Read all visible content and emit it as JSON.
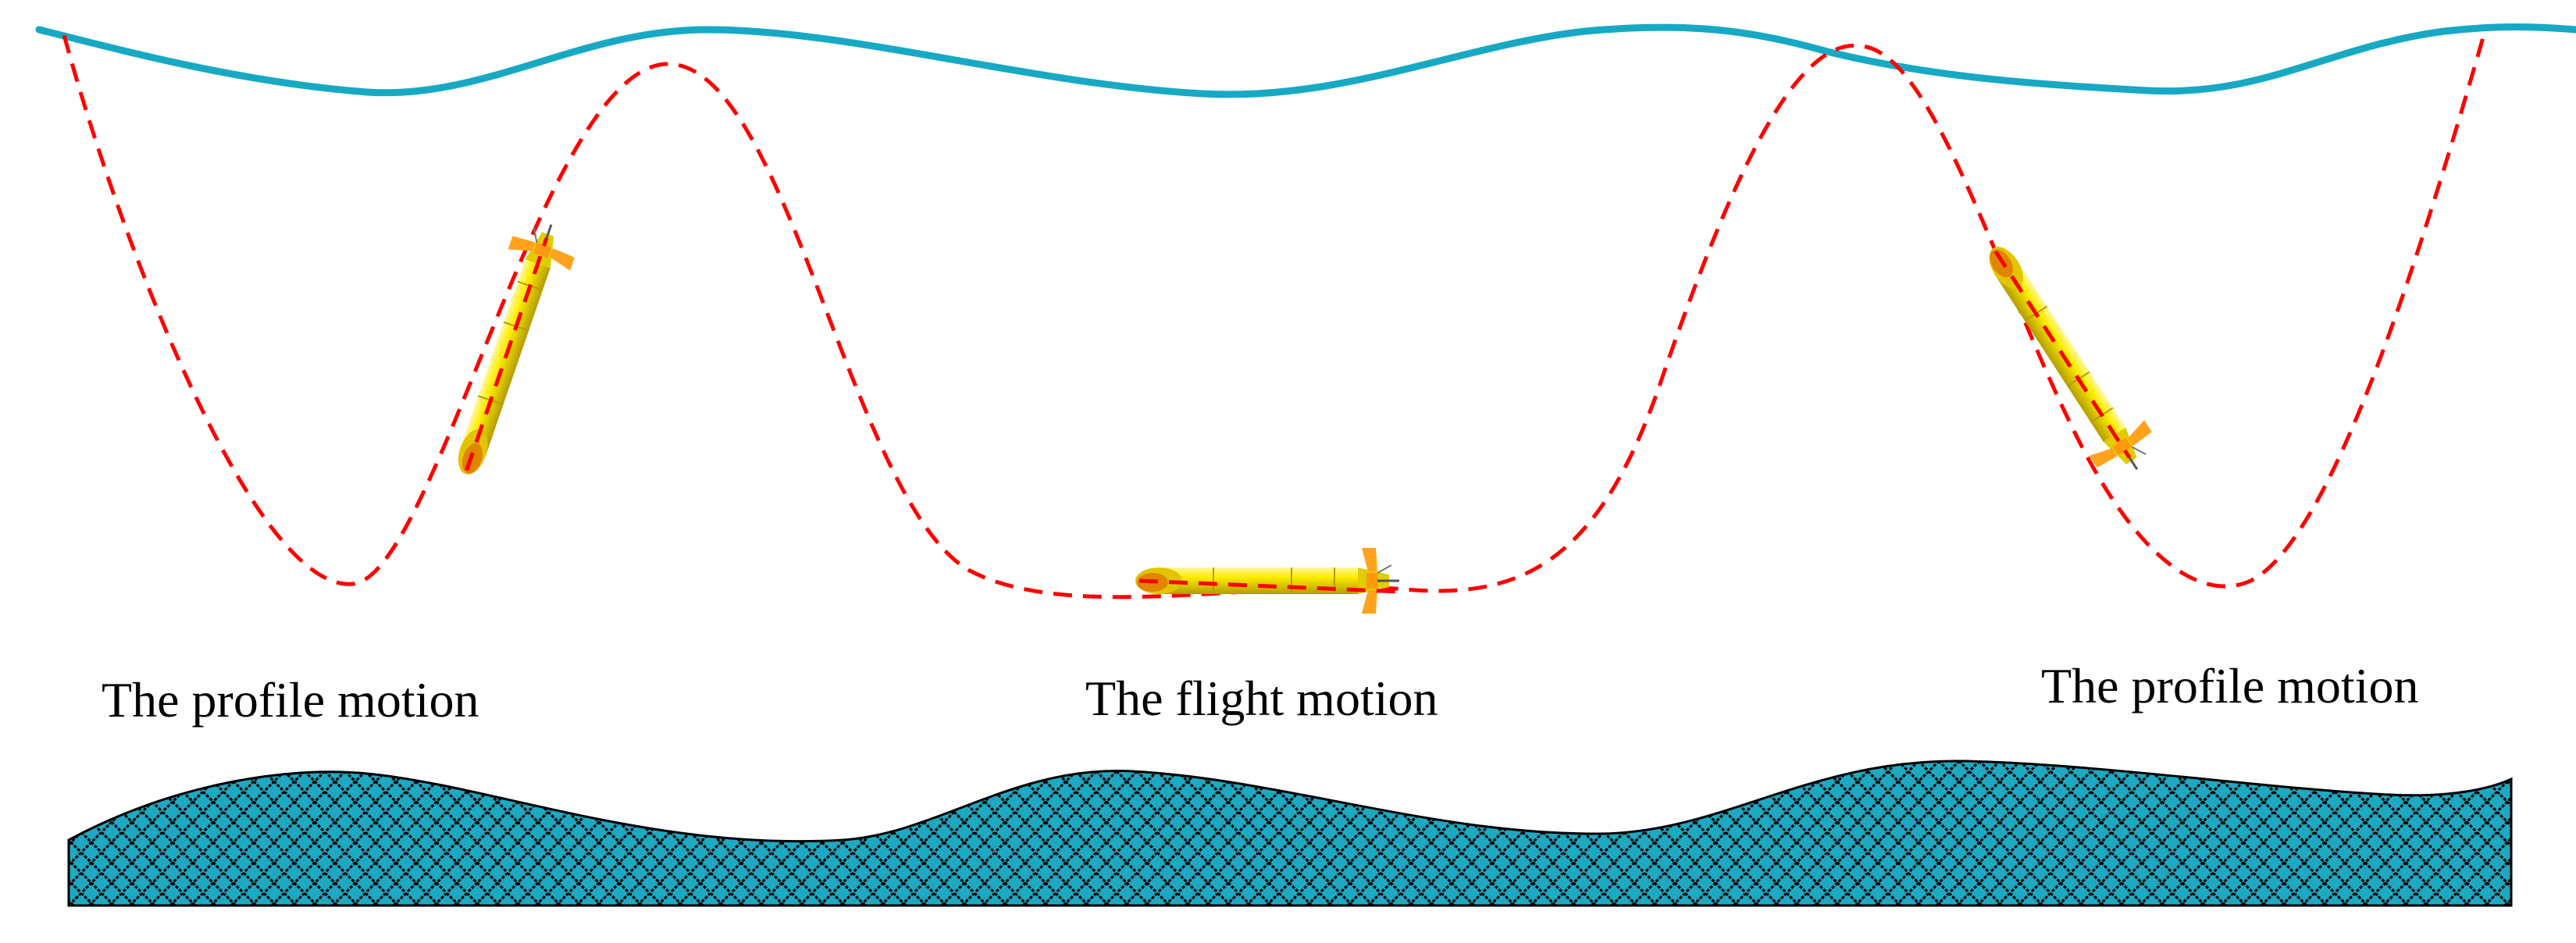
{
  "labels": {
    "left_motion": "The profile motion",
    "center_motion": "The flight motion",
    "right_motion": "The profile motion"
  },
  "colors": {
    "sea_surface": "#17A9C4",
    "trajectory": "#FF0000",
    "seabed_fill": "#1EA9C2",
    "seabed_hatch": "#000000",
    "glider_body": "#FFEE00",
    "glider_shade": "#C8B400",
    "glider_fin": "#FFA21C",
    "glider_nose": "#E07A00"
  },
  "icons": {
    "glider": "underwater-glider-icon",
    "sea_surface": "wave-line",
    "seabed": "crosshatched-seabed"
  }
}
